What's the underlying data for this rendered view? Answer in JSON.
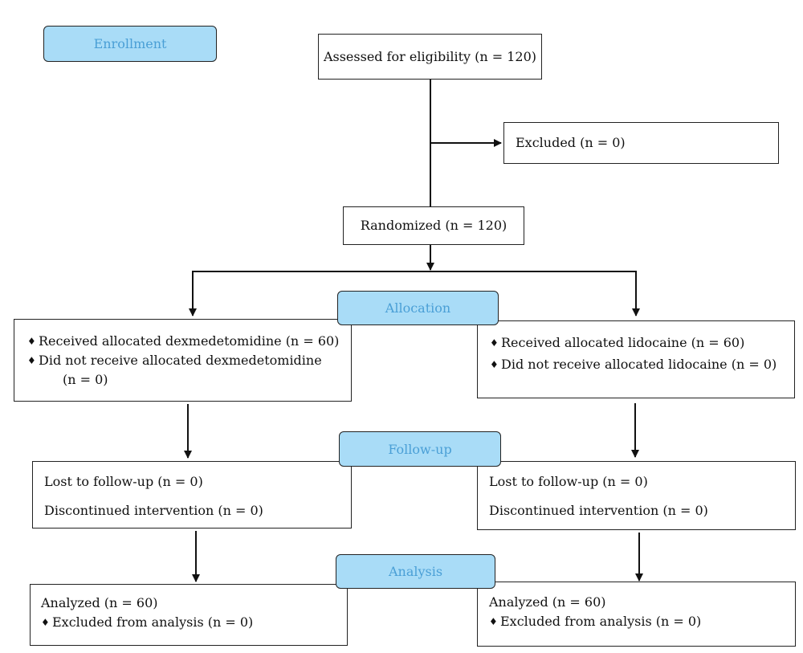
{
  "stages": {
    "enrollment": "Enrollment",
    "allocation": "Allocation",
    "follow_up": "Follow-up",
    "analysis": "Analysis"
  },
  "boxes": {
    "assessed": "Assessed for eligibility (n = 120)",
    "excluded": "Excluded (n = 0)",
    "randomized": "Randomized (n = 120)",
    "left_allocation": {
      "line1": "Received allocated dexmedetomidine (n = 60)",
      "line2": "Did not receive allocated dexmedetomidine",
      "line2b": "(n = 0)"
    },
    "right_allocation": {
      "line1": "Received allocated lidocaine (n = 60)",
      "line2": "Did not receive allocated lidocaine (n = 0)"
    },
    "left_followup": {
      "lost": "Lost to follow-up (n = 0)",
      "discontinued": "Discontinued intervention (n = 0)"
    },
    "right_followup": {
      "lost": "Lost to follow-up (n = 0)",
      "discontinued": "Discontinued intervention (n = 0)"
    },
    "left_analysis": {
      "analyzed": "Analyzed (n = 60)",
      "excluded": "Excluded from analysis (n = 0)"
    },
    "right_analysis": {
      "analyzed": "Analyzed (n = 60)",
      "excluded": "Excluded from analysis (n = 0)"
    }
  },
  "bullet_glyph": "♦"
}
